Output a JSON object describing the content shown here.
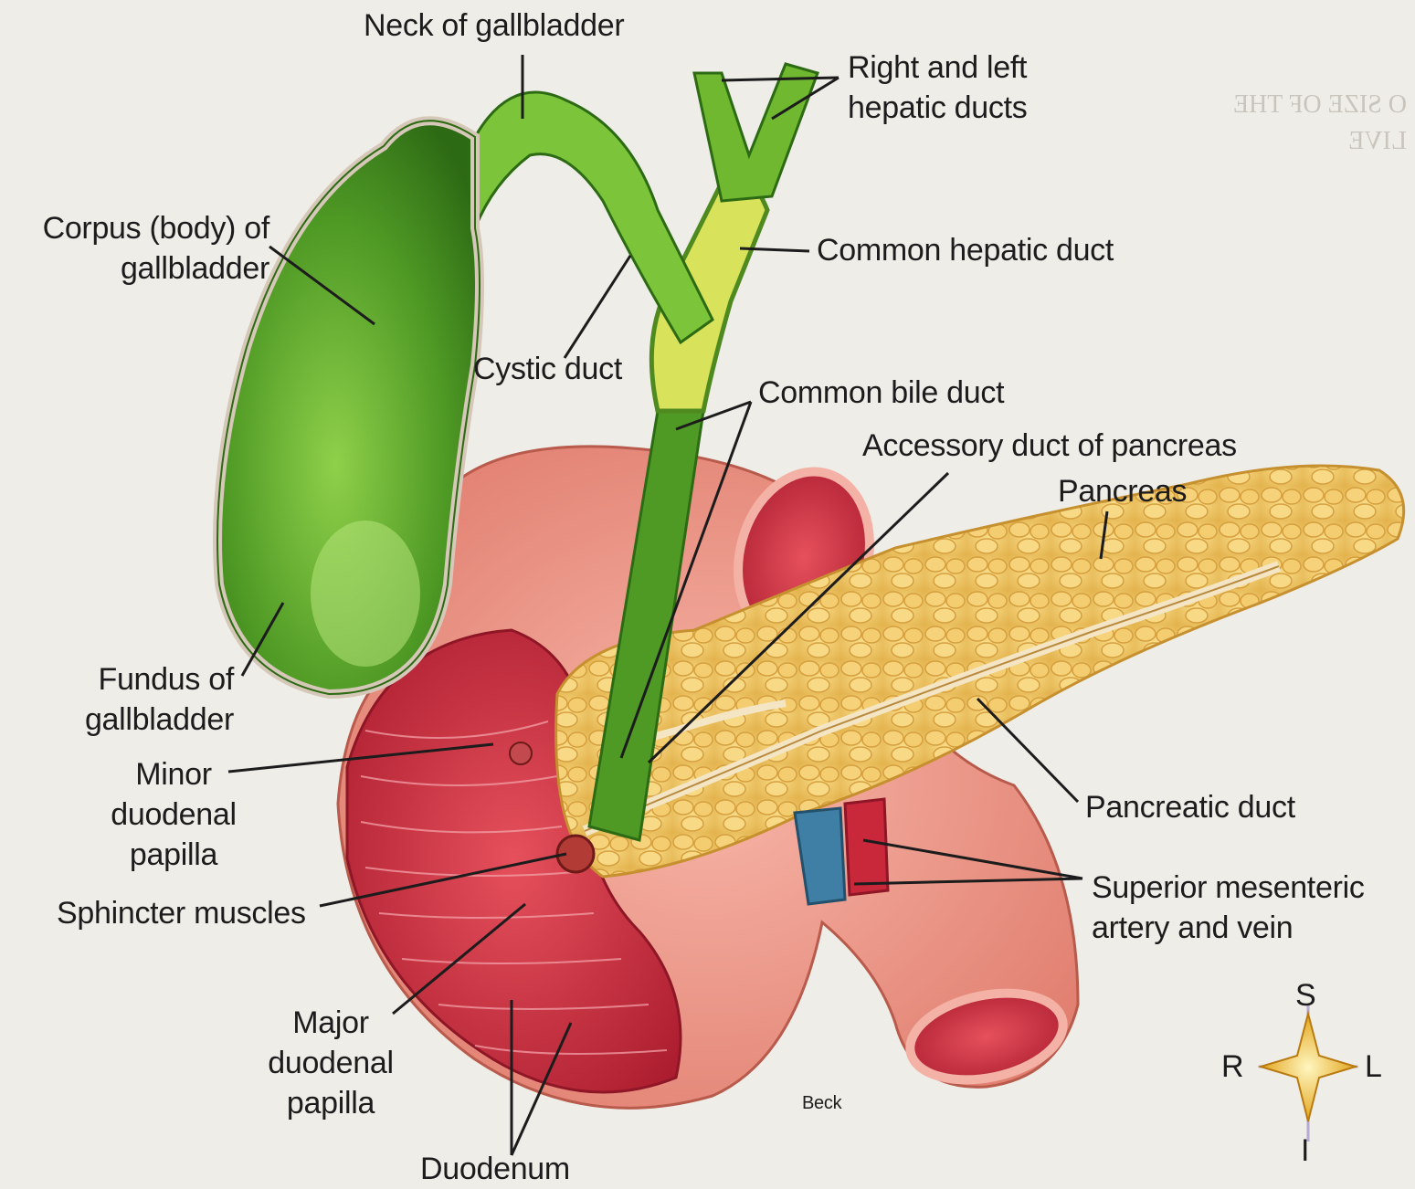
{
  "labels": {
    "neck": "Neck of gallbladder",
    "hepatic_ducts": "Right and left\nhepatic ducts",
    "corpus": "Corpus (body) of\ngallbladder",
    "common_hepatic": "Common hepatic duct",
    "cystic": "Cystic duct",
    "common_bile": "Common bile duct",
    "accessory": "Accessory duct of pancreas",
    "pancreas": "Pancreas",
    "fundus": "Fundus of\ngallbladder",
    "minor_papilla": "Minor\nduodenal\npapilla",
    "pancreatic_duct": "Pancreatic duct",
    "sphincter": "Sphincter muscles",
    "sma_smv": "Superior mesenteric\nartery and vein",
    "major_papilla": "Major\nduodenal\npapilla",
    "duodenum": "Duodenum",
    "artist": "Beck"
  },
  "compass": {
    "superior": "S",
    "inferior": "I",
    "right": "R",
    "left": "L"
  },
  "colors": {
    "gallbladder": "#5fa82a",
    "duodenum": "#e98a80",
    "lumen": "#c8283a",
    "pancreas": "#f2cc6a",
    "vein": "#3f7fa5",
    "artery": "#c8283a"
  }
}
